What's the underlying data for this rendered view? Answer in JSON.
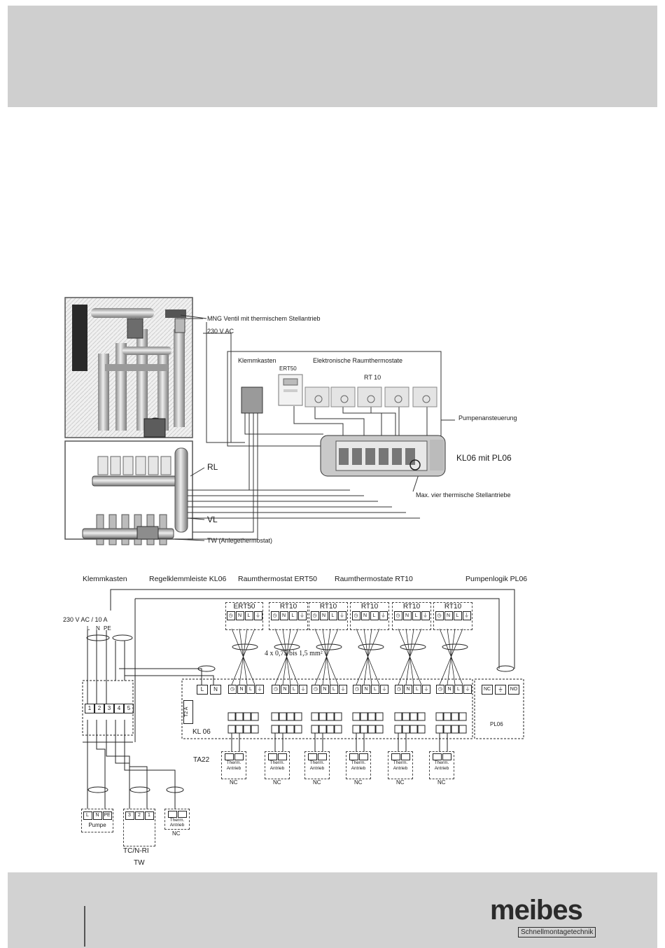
{
  "upper_diagram": {
    "labels": {
      "mng_ventil": "MNG Ventil mit thermischem Stellantrieb",
      "ac230": "230 V AC",
      "klemmkasten": "Klemmkasten",
      "elektronische": "Elektronische Raumthermostate",
      "ert50": "ERT50",
      "rt10": "RT 10",
      "pumpenansteuerung": "Pumpenansteuerung",
      "kl06_pl06": "KL06 mit PL06",
      "rl": "RL",
      "vl": "VL",
      "tw": "TW (Anlegethermostat)",
      "max_vier": "Max. vier thermische Stellantriebe"
    }
  },
  "lower_diagram": {
    "headers": {
      "klemmkasten": "Klemmkasten",
      "regelklemmleiste": "Regelklemmleiste KL06",
      "raumthermostat_ert50": "Raumthermostat ERT50",
      "raumthermostate_rt10": "Raumthermostate RT10",
      "pumpenlogik": "Pumpenlogik PL06"
    },
    "power": "230 V AC / 10 A",
    "power_terms": [
      "L",
      "N",
      "PE"
    ],
    "cable_spec": "4 x 0,75 bis 1,5 mm²",
    "thermostats": [
      {
        "name": "ERT50",
        "terms": [
          "◷",
          "N",
          "L",
          "⏚"
        ]
      },
      {
        "name": "RT10",
        "terms": [
          "◷",
          "N",
          "L",
          "⏚"
        ]
      },
      {
        "name": "RT10",
        "terms": [
          "◷",
          "N",
          "L",
          "⏚"
        ]
      },
      {
        "name": "RT10",
        "terms": [
          "◷",
          "N",
          "L",
          "⏚"
        ]
      },
      {
        "name": "RT10",
        "terms": [
          "◷",
          "N",
          "L",
          "⏚"
        ]
      },
      {
        "name": "RT10",
        "terms": [
          "◷",
          "N",
          "L",
          "⏚"
        ]
      }
    ],
    "klemmkasten_terms": [
      "1",
      "2",
      "3",
      "4",
      "5"
    ],
    "kl06_label": "KL 06",
    "fuse_label": "T2 A",
    "kl06_power_terms": [
      "L",
      "N"
    ],
    "ta22": "TA22",
    "pl06_terms": [
      "NC",
      "⏚",
      "NO"
    ],
    "pl06_label": "PL06",
    "actuator": {
      "line1": "Therm.",
      "line2": "Antrieb",
      "type": "NC"
    },
    "pump": {
      "terms": [
        "L",
        "N",
        "PE"
      ],
      "label": "Pumpe"
    },
    "tw": {
      "terms": [
        "3",
        "2",
        "1"
      ],
      "label": "TC/N-RI",
      "caption": "TW"
    },
    "bottom_actuator": {
      "line1": "Therm.",
      "line2": "Antrieb",
      "type": "NC"
    }
  },
  "footer": {
    "brand": "meibes",
    "tagline": "Schnellmontagetechnik"
  }
}
